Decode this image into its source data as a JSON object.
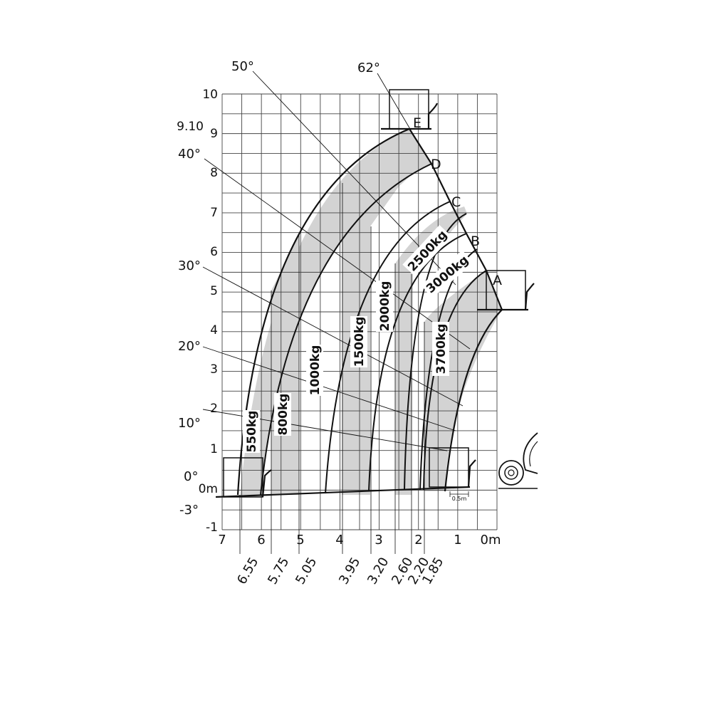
{
  "chart": {
    "y_ticks": [
      "10",
      "9",
      "8",
      "7",
      "6",
      "5",
      "4",
      "3",
      "2",
      "1",
      "0m",
      "-1"
    ],
    "y_side_labels": [
      "9.10"
    ],
    "x_ticks": [
      "7",
      "6",
      "5",
      "4",
      "3",
      "2",
      "1",
      "0m"
    ],
    "x_distance_labels": [
      "6.55",
      "5.75",
      "5.05",
      "3.95",
      "3.20",
      "2.60",
      "2.20",
      "1.85"
    ],
    "angles": [
      "62°",
      "50°",
      "40°",
      "30°",
      "20°",
      "10°",
      "0°",
      "-3°"
    ],
    "points": [
      "E",
      "D",
      "C",
      "B",
      "A"
    ],
    "loads": [
      "550kg",
      "800kg",
      "1000kg",
      "1500kg",
      "2000kg",
      "2500kg",
      "3000kg",
      "3700kg"
    ],
    "scale_note": "0.5m"
  },
  "chart_data": {
    "type": "load-chart",
    "x_range": [
      7,
      0
    ],
    "y_range": [
      -1,
      10
    ],
    "max_height": 9.1,
    "boom_points": {
      "E": [
        2.0,
        9.1
      ],
      "D": [
        1.6,
        8.25
      ],
      "C": [
        1.15,
        7.2
      ],
      "B": [
        0.8,
        6.4
      ],
      "A": [
        0.2,
        5.4
      ]
    },
    "angles_deg": [
      62,
      50,
      40,
      30,
      20,
      10,
      0,
      -3
    ],
    "load_limits_kg": [
      550,
      800,
      1000,
      1500,
      2000,
      2500,
      3000,
      3700
    ],
    "reach_at_ground_m": [
      6.55,
      5.75,
      5.05,
      3.95,
      3.2,
      2.6,
      2.2,
      1.85
    ]
  }
}
